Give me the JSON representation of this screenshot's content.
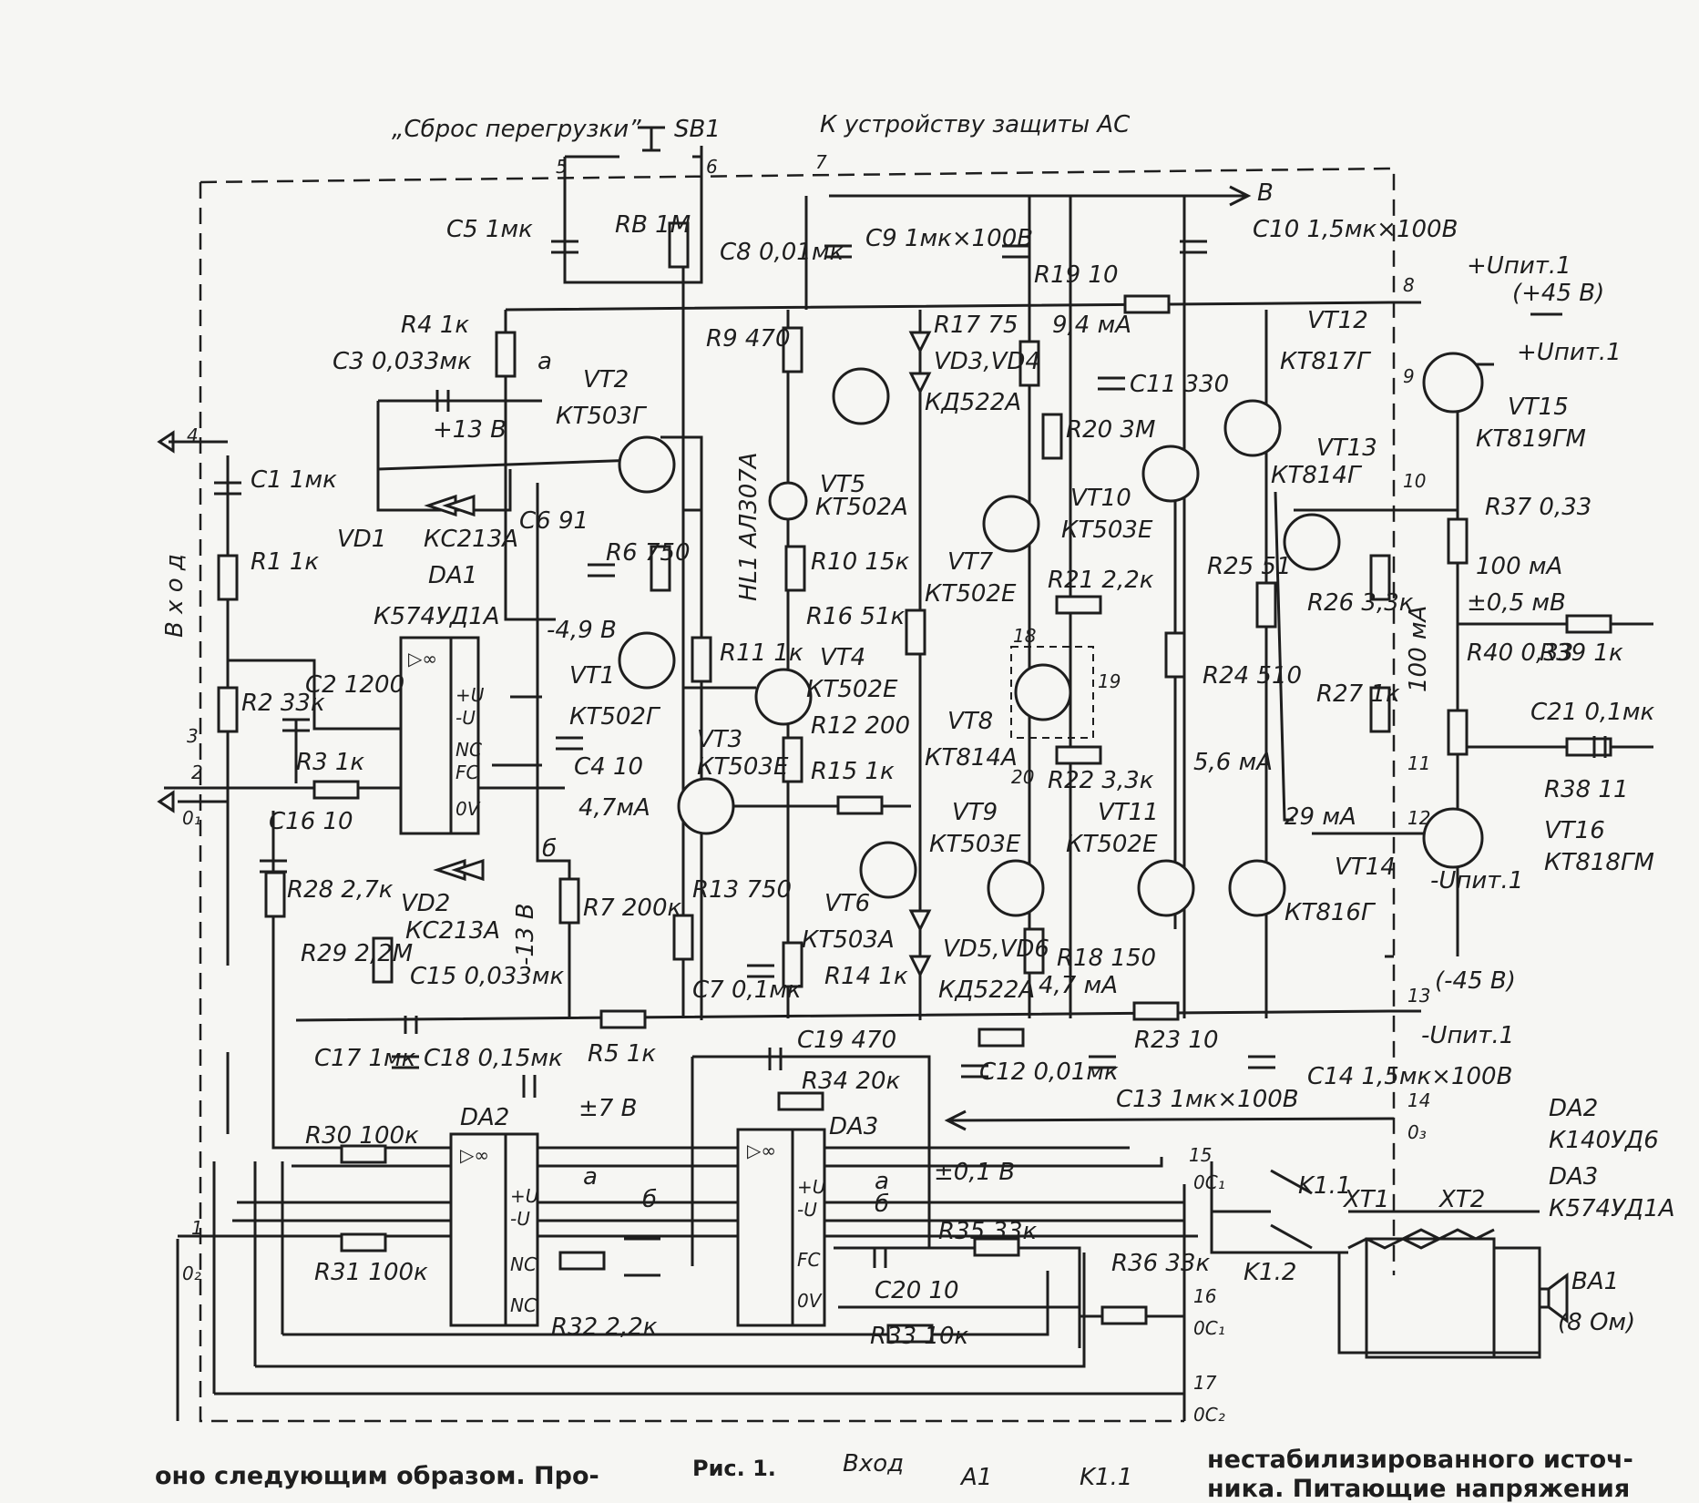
{
  "colors": {
    "ink": "#1e1e1e",
    "paper": "#f6f6f3"
  },
  "top": {
    "reset": "„Сброс перегрузки”",
    "sb1": "SB1",
    "protect": "К устройству защиты АС",
    "b": "В"
  },
  "pins": {
    "p1": "1",
    "p2": "2",
    "p3": "3",
    "p4": "4",
    "p5": "5",
    "p6": "6",
    "p7": "7",
    "p8": "8",
    "p9": "9",
    "p10": "10",
    "p11": "11",
    "p12": "12",
    "p13": "13",
    "p14": "14",
    "p15": "15",
    "p16": "16",
    "p17": "17",
    "p18": "18",
    "p19": "19",
    "p20": "20",
    "o1": "0₁",
    "o2": "0₂",
    "o3": "0₃",
    "oc1": "0C₁",
    "oc2": "0C₂",
    "oc1b": "0C₁"
  },
  "labels": {
    "input": "В х о д",
    "c1": "C1 1мк",
    "r1": "R1 1к",
    "r2": "R2 33к",
    "c2": "C2 1200",
    "r3": "R3 1к",
    "c3": "C3 0,033мк",
    "r4": "R4 1к",
    "c5": "C5 1мк",
    "rb": "RB 1M",
    "vd1": "VD1",
    "vd1t": "КС213А",
    "da1": "DA1",
    "da1t": "К574УД1А",
    "c16": "C16 10",
    "r28": "R28 2,7к",
    "r29": "R29 2,2M",
    "vd2": "VD2",
    "vd2t": "КС213А",
    "c15": "C15 0,033мк",
    "c17": "C17 1мк",
    "c18": "C18 0,15мк",
    "r30": "R30 100к",
    "r31": "R31 100к",
    "da2": "DA2",
    "r32": "R32 2,2к",
    "vt2": "VT2",
    "vt2t": "КТ503Г",
    "c6": "C6 91",
    "r6": "R6 750",
    "vt1": "VT1",
    "vt1t": "КТ502Г",
    "c4": "C4 10",
    "r7": "R7 200к",
    "r5": "R5 1к",
    "c8": "C8 0,01мк",
    "r9": "R9 470",
    "hl1": "HL1 АЛ307А",
    "r11": "R11 1к",
    "vt3": "VT3",
    "vt3t": "КТ503Е",
    "r13": "R13 750",
    "c7": "C7 0,1мк",
    "vt4": "VT4",
    "vt4t": "КТ502Е",
    "r12": "R12 200",
    "r15": "R15 1к",
    "vt6": "VT6",
    "vt6t": "КТ503А",
    "r14": "R14 1к",
    "c19": "C19 470",
    "r34": "R34 20к",
    "da3": "DA3",
    "c20": "C20 10",
    "r33": "R33 10к",
    "c9": "C9 1мк×100В",
    "vt5": "VT5",
    "vt5t": "КТ502А",
    "r10": "R10 15к",
    "r16": "R16 51к",
    "vt7": "VT7",
    "vt7t": "КТ502Е",
    "r17": "R17 75",
    "vd34": "VD3,VD4",
    "vd34t": "КД522А",
    "vt8": "VT8",
    "vt8t": "КТ814А",
    "vt9": "VT9",
    "vt9t": "КТ503Е",
    "vd56": "VD5,VD6",
    "vd56t": "КД522А",
    "r18": "R18 150",
    "r19": "R19 10",
    "c10": "C10 1,5мк×100В",
    "c11": "C11 330",
    "r20": "R20 3M",
    "vt10": "VT10",
    "vt10t": "КТ503Е",
    "r21": "R21 2,2к",
    "r22": "R22 3,3к",
    "vt11": "VT11",
    "vt11t": "КТ502Е",
    "r25": "R25 51",
    "r24": "R24 510",
    "vt12": "VT12",
    "vt12t": "КТ817Г",
    "vt13": "VT13",
    "vt13t": "КТ814Г",
    "vt14": "VT14",
    "vt14t": "КТ816Г",
    "r26": "R26 3,3к",
    "r27": "R27 1к",
    "vt15": "VT15",
    "vt15t": "КТ819ГМ",
    "r37": "R37 0,33",
    "r40": "R40 0,33",
    "r39": "R39 1к",
    "c21": "C21 0,1мк",
    "r38": "R38 11",
    "vt16": "VT16",
    "vt16t": "КТ818ГМ",
    "c12": "C12 0,01мк",
    "c13": "C13 1мк×100В",
    "r23": "R23 10",
    "c14": "C14 1,5мк×100В",
    "r35": "R35 33к",
    "r36": "R36 33к",
    "k11": "K1.1",
    "k12": "K1.2",
    "xt1": "XT1",
    "xt2": "XT2",
    "ba1": "BA1",
    "ba1v": "(8 Ом)",
    "da2n": "DA2",
    "da2t": "К140УД6",
    "da3n": "DA3",
    "da3t": "К574УД1А",
    "upow": "+Uпит.1",
    "upow45": "(+45 В)",
    "upow2": "+Uпит.1",
    "uneg": "-Uпит.1",
    "uneg45": "(-45 В)",
    "uneg2": "-Uпит.1"
  },
  "measure": {
    "m13": "+13 В",
    "m49": "-4,9 В",
    "m47": "4,7мА",
    "m13n": "-13 В",
    "m7": "±7 В",
    "m01": "±0,1 В",
    "m94": "9,4 мА",
    "m56": "5,6 мА",
    "m29": "29 мА",
    "m47b": "4,7 мА",
    "m100": "100 мА",
    "m05": "±0,5 мВ",
    "m100v": "100 мА"
  },
  "chip": {
    "inf": "▷∞",
    "pu": "+U",
    "mu": "-U",
    "nc": "NC",
    "fc": "FC",
    "ov": "0V",
    "ncb": "NC",
    "a": "а",
    "b": "б"
  },
  "body": {
    "left": "оно следующим образом. Про-",
    "caption": "Рис. 1.",
    "vhod": "Вход",
    "a1": "A1",
    "k11b": "K1.1",
    "right1": "нестабилизированного источ-",
    "right2": "ника. Питающие напряжения"
  }
}
